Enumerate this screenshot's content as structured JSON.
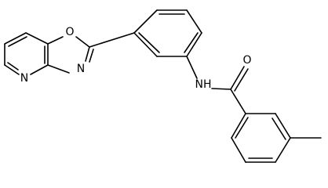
{
  "molecule": {
    "atom_labels": {
      "oxazole_o": "O",
      "oxazole_n": "N",
      "pyridine_n": "N",
      "amide_nh": "NH",
      "carbonyl_o": "O"
    }
  },
  "colors": {
    "background": "#ffffff",
    "ink": "#000000"
  }
}
